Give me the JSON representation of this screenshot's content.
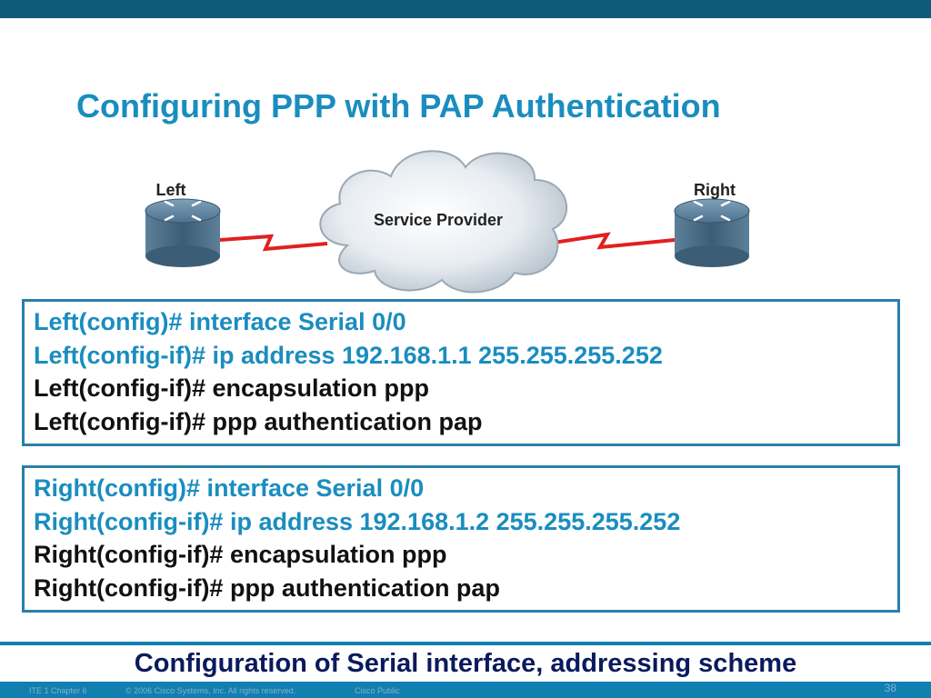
{
  "slide": {
    "title": "Configuring PPP with PAP Authentication",
    "banner": "Configuration of Serial interface, addressing scheme"
  },
  "diagram": {
    "left_router_label": "Left",
    "right_router_label": "Right",
    "cloud_label": "Service Provider",
    "link_color": "#e02020"
  },
  "left_config": {
    "lines": [
      "Left(config)# interface Serial 0/0",
      "Left(config-if)# ip address 192.168.1.1 255.255.255.252",
      "Left(config-if)# encapsulation ppp",
      "Left(config-if)# ppp authentication pap"
    ]
  },
  "right_config": {
    "lines": [
      "Right(config)# interface Serial 0/0",
      "Right(config-if)# ip address 192.168.1.2 255.255.255.252",
      "Right(config-if)# encapsulation ppp",
      "Right(config-if)# ppp authentication pap"
    ]
  },
  "footer": {
    "chapter": "ITE 1 Chapter 6",
    "copyright": "© 2006 Cisco Systems, Inc. All rights reserved.",
    "classification": "Cisco Public",
    "page": "38"
  },
  "colors": {
    "accent_blue": "#1a8dbf",
    "top_bar": "#0e5a78",
    "bottom_bar": "#117fb0",
    "banner_text": "#0a1a5c"
  }
}
